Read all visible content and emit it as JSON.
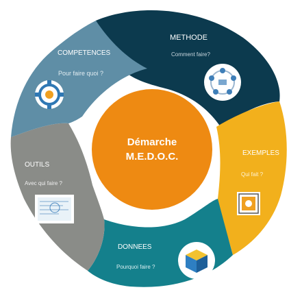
{
  "colors": {
    "methode": "#0c3a4e",
    "exemples": "#f2b01c",
    "donnees": "#14808c",
    "outils": "#8a8c88",
    "competences": "#5f8ea6",
    "center": "#ee8a12",
    "text": "#ffffff"
  },
  "center": {
    "line1": "Démarche",
    "line2": "M.E.D.O.C."
  },
  "segments": {
    "methode": {
      "title": "METHODE",
      "subtitle": "Comment faire?",
      "icon": "process-cycle-icon"
    },
    "exemples": {
      "title": "EXEMPLES",
      "subtitle": "Qui fait ?",
      "icon": "framed-document-icon"
    },
    "donnees": {
      "title": "DONNEES",
      "subtitle": "Pourquoi faire ?",
      "icon": "cube-icon"
    },
    "outils": {
      "title": "OUTILS",
      "subtitle": "Avec qui faire ?",
      "icon": "document-icon"
    },
    "competences": {
      "title": "COMPETENCES",
      "subtitle": "Pour faire quoi ?",
      "icon": "target-circle-icon"
    }
  }
}
